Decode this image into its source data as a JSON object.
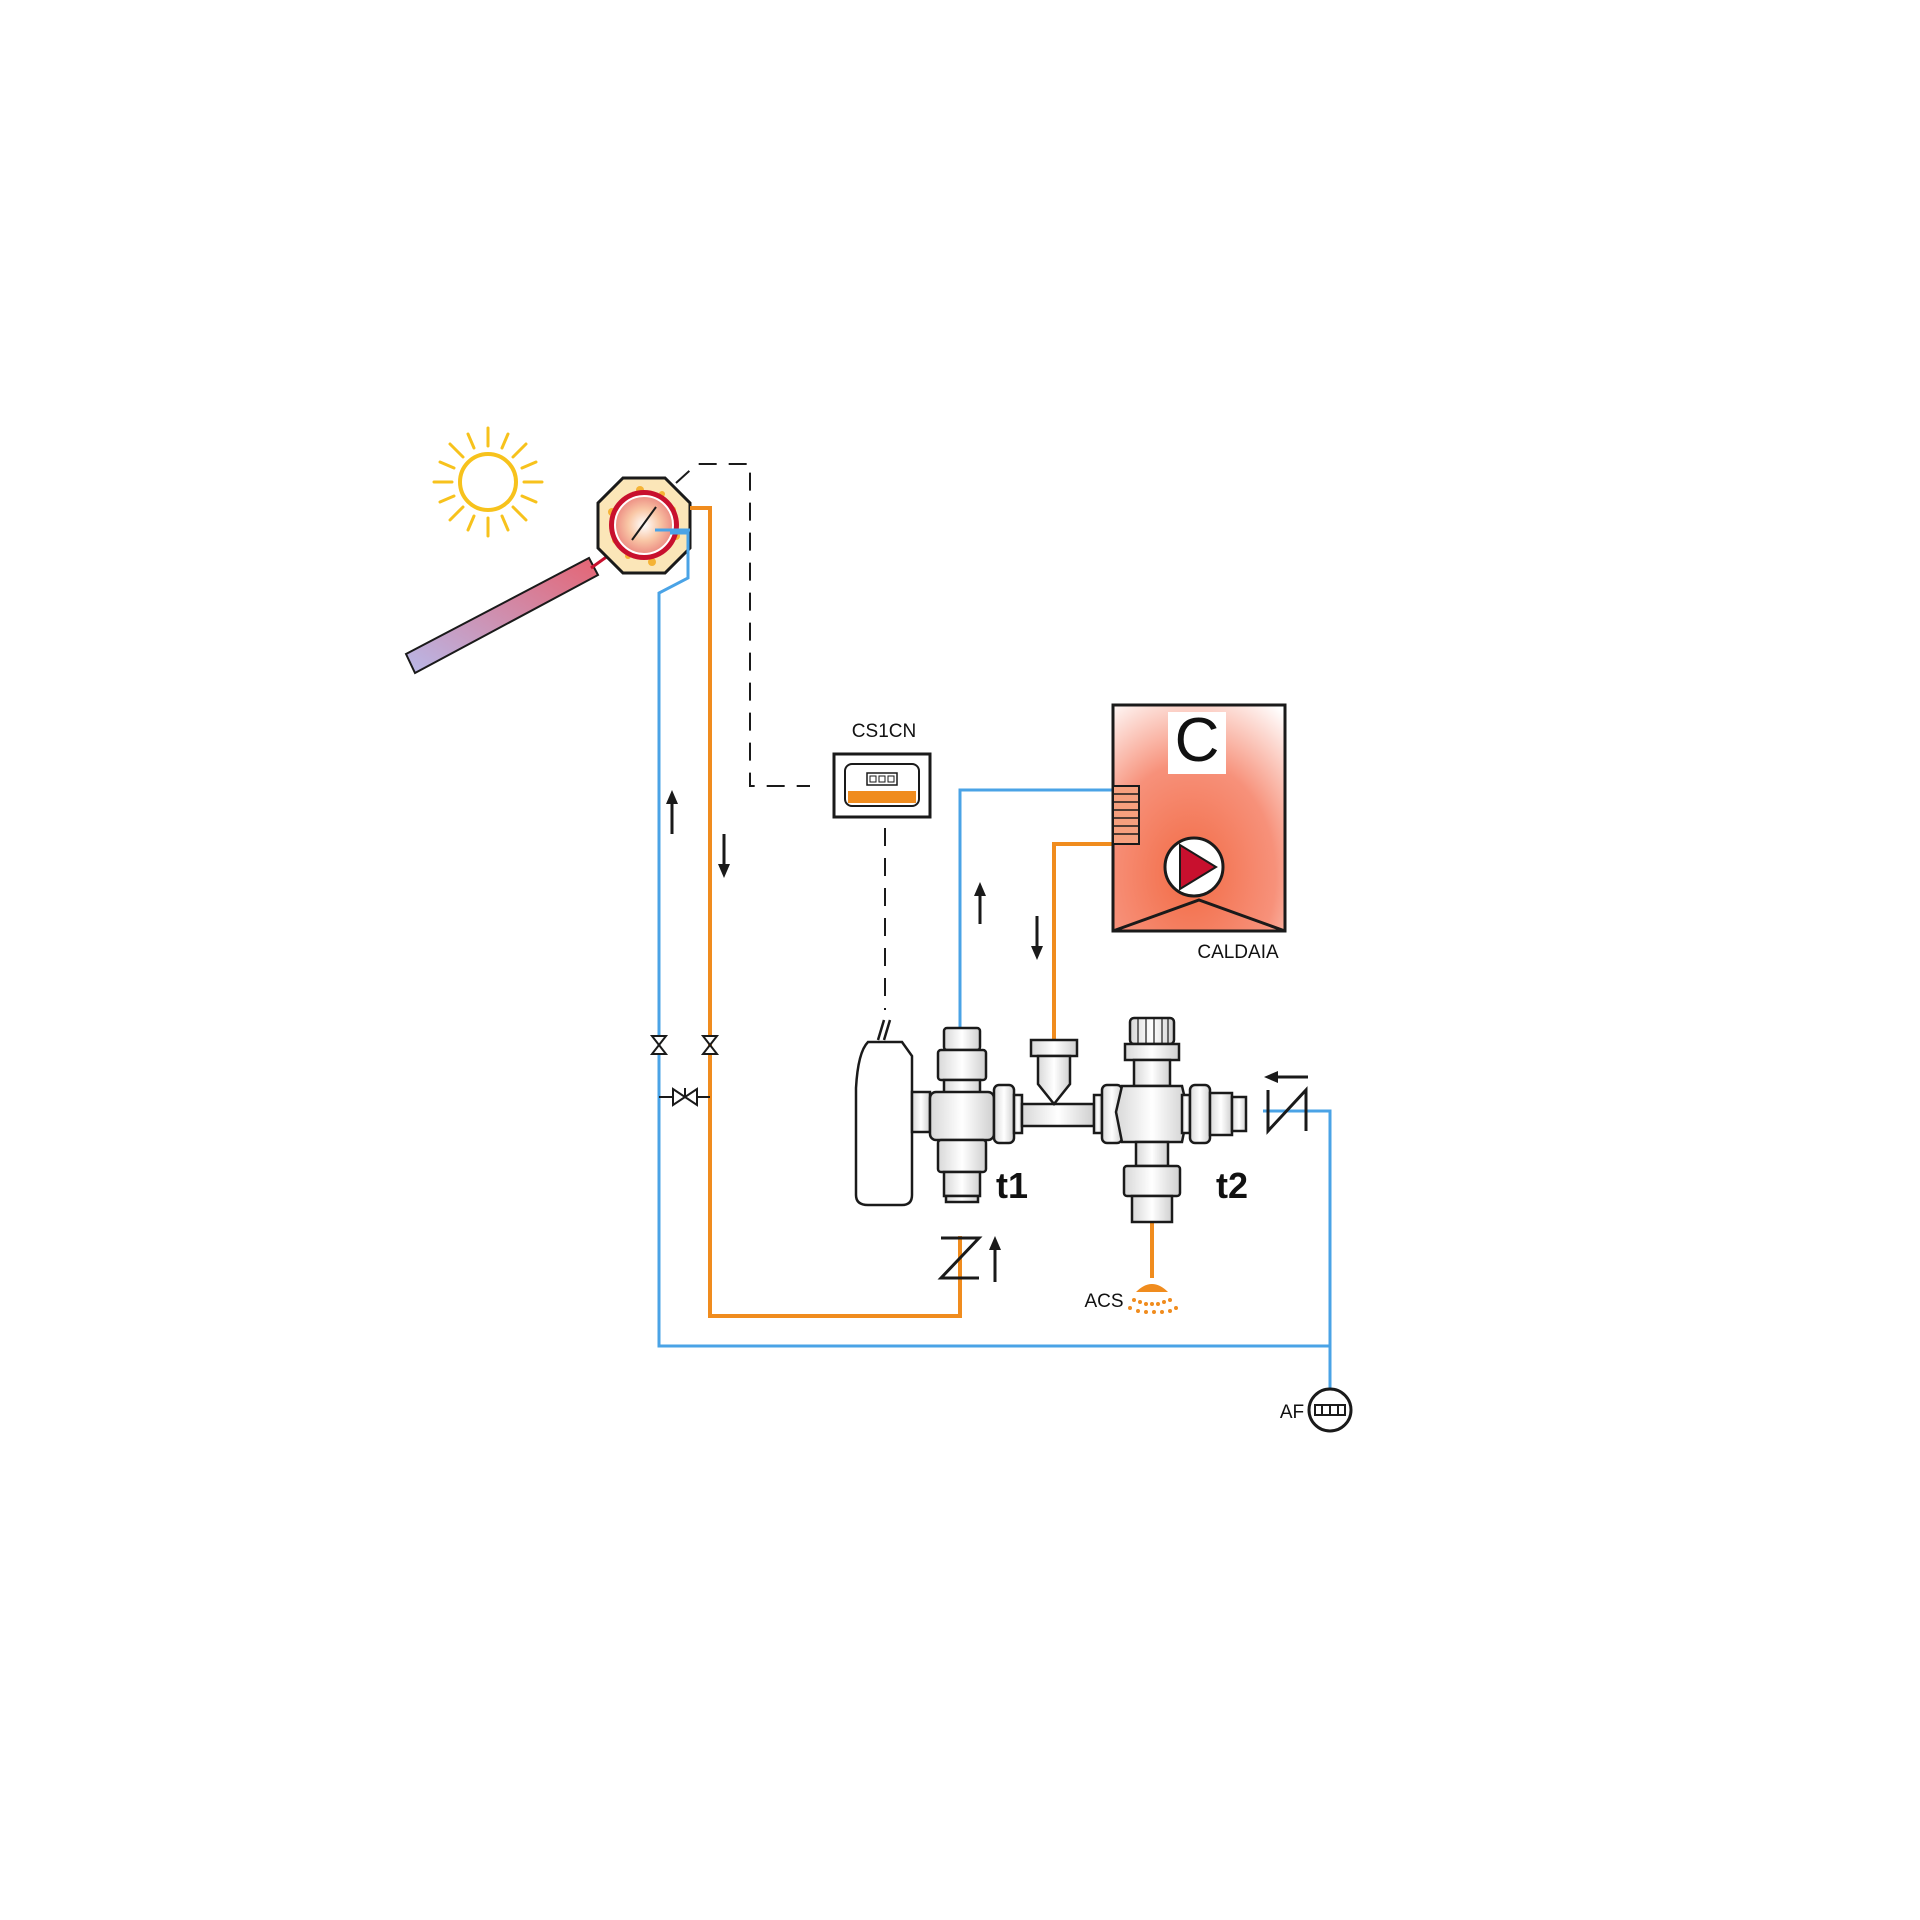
{
  "labels": {
    "controller": "CS1CN",
    "boiler_letter": "C",
    "boiler": "CALDAIA",
    "valve_1": "t1",
    "valve_2": "t2",
    "hot_water_outlet": "ACS",
    "cold_water_inlet": "AF"
  },
  "colors": {
    "hot_pipe": "#f08c1e",
    "cold_pipe": "#4aa3e6",
    "sun": "#f7c21c",
    "boiler_fill": "#f26b45",
    "pump": "#c8102e",
    "collector_start": "#e56473",
    "collector_end": "#b9b8e8"
  },
  "icons": [
    "sun-icon",
    "solar-collector-icon",
    "solar-tank-icon",
    "controller-icon",
    "boiler-icon",
    "pump-icon",
    "valve-icon",
    "check-valve-icon",
    "shower-icon",
    "water-meter-icon",
    "flow-arrow-icon"
  ]
}
